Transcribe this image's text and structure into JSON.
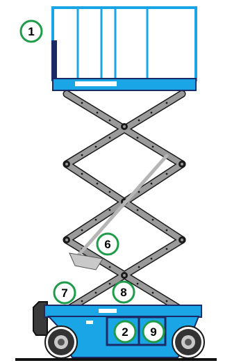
{
  "colors": {
    "platform_blue": "#1aa5e6",
    "outline_navy": "#1a2a66",
    "scissor_gray": "#9a9a9a",
    "pivot_black": "#1a1a1a",
    "callout_green": "#1f9c4a",
    "tire_dark": "#333333",
    "wheel_gray": "#c8c8c8",
    "hydraulic_gray": "#c9c9c9"
  },
  "callouts": [
    {
      "id": "platform",
      "label": "1"
    },
    {
      "id": "base-controls",
      "label": "2"
    },
    {
      "id": "lift-cylinder",
      "label": "6"
    },
    {
      "id": "chassis-left",
      "label": "7"
    },
    {
      "id": "scissor-pivot",
      "label": "8"
    },
    {
      "id": "base-compartment",
      "label": "9"
    }
  ]
}
